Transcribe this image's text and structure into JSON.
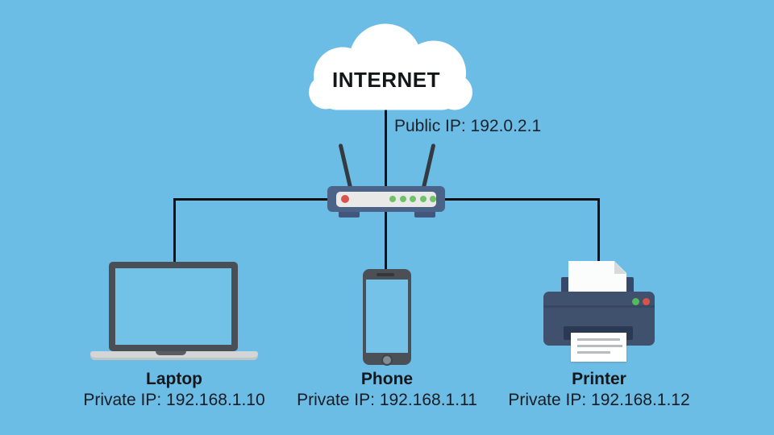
{
  "diagram": {
    "type": "home-network-nat-diagram",
    "cloud": {
      "label": "INTERNET"
    },
    "router": {
      "public_ip": "Public IP: 192.0.2.1"
    },
    "devices": [
      {
        "name": "Laptop",
        "private_ip": "Private IP: 192.168.1.10"
      },
      {
        "name": "Phone",
        "private_ip": "Private IP: 192.168.1.11"
      },
      {
        "name": "Printer",
        "private_ip": "Private IP: 192.168.1.12"
      }
    ],
    "colors": {
      "background": "#6cbde5",
      "wire": "#101010",
      "cloud": "#ffffff",
      "text": "#15181e",
      "router_body": "#4b6386",
      "router_panel": "#e9eae8",
      "led_red": "#d9534c",
      "led_green": "#6fc26a",
      "device_dark_gray": "#4a4f55",
      "laptop_base": "#d3d6d7",
      "screen_blue": "#72c1e7",
      "printer_body": "#40516e",
      "printer_tray": "#36496a",
      "printer_slot": "#2b3a54",
      "printer_led_green": "#57b95e",
      "printer_led_red": "#dc5247",
      "paper": "#ffffff",
      "paper_lines": "#b7bcc1"
    }
  }
}
